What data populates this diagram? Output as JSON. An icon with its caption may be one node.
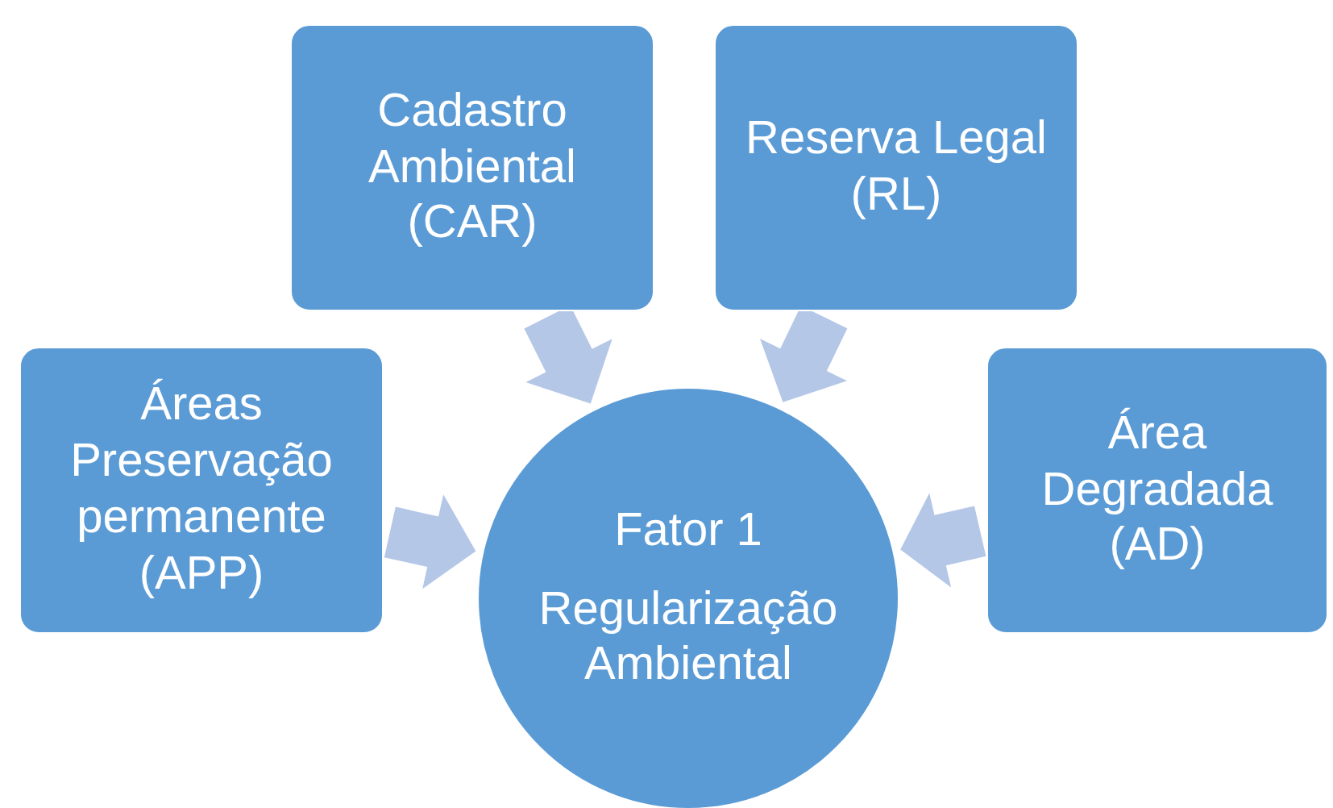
{
  "diagram": {
    "nodes": [
      {
        "text": [
          "Cadastro Ambiental (CAR)"
        ]
      },
      {
        "text": [
          "Reserva Legal (RL)"
        ]
      },
      {
        "text": [
          "Áreas Preservação permanente (APP)"
        ]
      },
      {
        "text": [
          "Área Degradada (AD)"
        ]
      },
      {
        "text": [
          "Fator 1",
          "Regularização Ambiental"
        ]
      }
    ],
    "edges": [
      {
        "from": 0,
        "to": 4,
        "arrow": "to"
      },
      {
        "from": 1,
        "to": 4,
        "arrow": "to"
      },
      {
        "from": 2,
        "to": 4,
        "arrow": "to"
      },
      {
        "from": 3,
        "to": 4,
        "arrow": "to"
      }
    ]
  }
}
